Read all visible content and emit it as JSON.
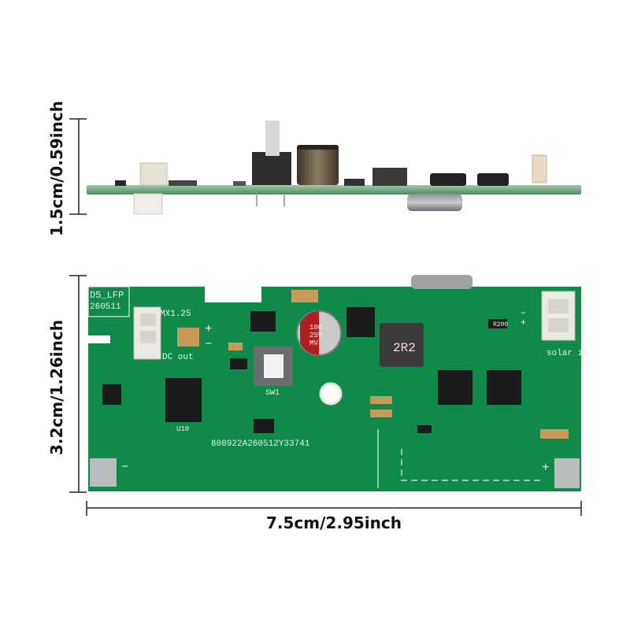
{
  "dimensions": {
    "side_height": "1.5cm/0.59inch",
    "board_height": "3.2cm/1.26inch",
    "board_width": "7.5cm/2.95inch"
  },
  "board": {
    "model": "D5_LFP",
    "date_code": "260511",
    "connector_label": "MX1.25",
    "dc_out": "DC out",
    "solar_in": "solar in",
    "switch": "SW1",
    "ic_label": "U10",
    "serial": "808922A260512Y33741",
    "inductor": "2R2",
    "resistor": "R200",
    "capacitor_value": "100",
    "capacitor_voltage": "25V",
    "capacitor_type": "MV",
    "plus": "+",
    "minus": "–"
  },
  "colors": {
    "pcb_green": "#0f8a4a",
    "silk": "#e8f3ec",
    "pad_silver": "#b9bcbd"
  }
}
